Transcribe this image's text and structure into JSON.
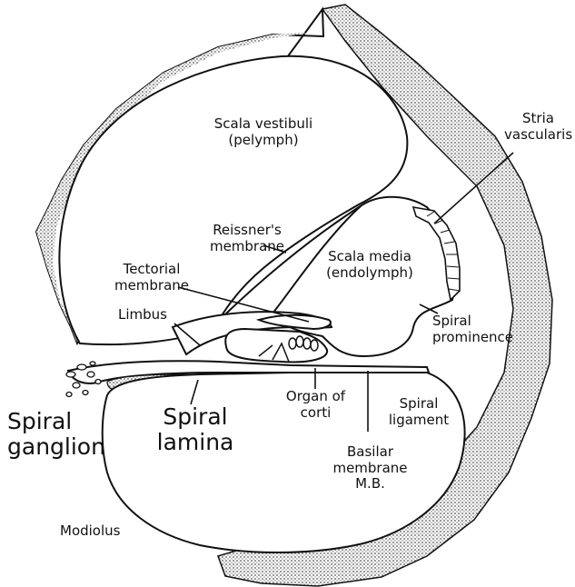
{
  "diagram": {
    "labels": {
      "scala_vestibuli": "Scala vestibuli\n(pelymph)",
      "stria_vascularis": "Stria\nvascularis",
      "reissners_membrane": "Reissner's\nmembrane",
      "scala_media": "Scala media\n(endolymph)",
      "tectorial_membrane": "Tectorial\nmembrane",
      "limbus": "Limbus",
      "spiral_prominence": "Spiral\nprominence",
      "spiral_ganglion": "Spiral\nganglion",
      "spiral_lamina": "Spiral\nlamina",
      "organ_of_corti": "Organ of\ncorti",
      "spiral_ligament": "Spiral\nligament",
      "basilar_membrane": "Basilar\nmembrane\nM.B.",
      "modiolus": "Modiolus"
    },
    "colors": {
      "ink": "#111111",
      "stipple": "#555555",
      "background": "#ffffff"
    }
  }
}
